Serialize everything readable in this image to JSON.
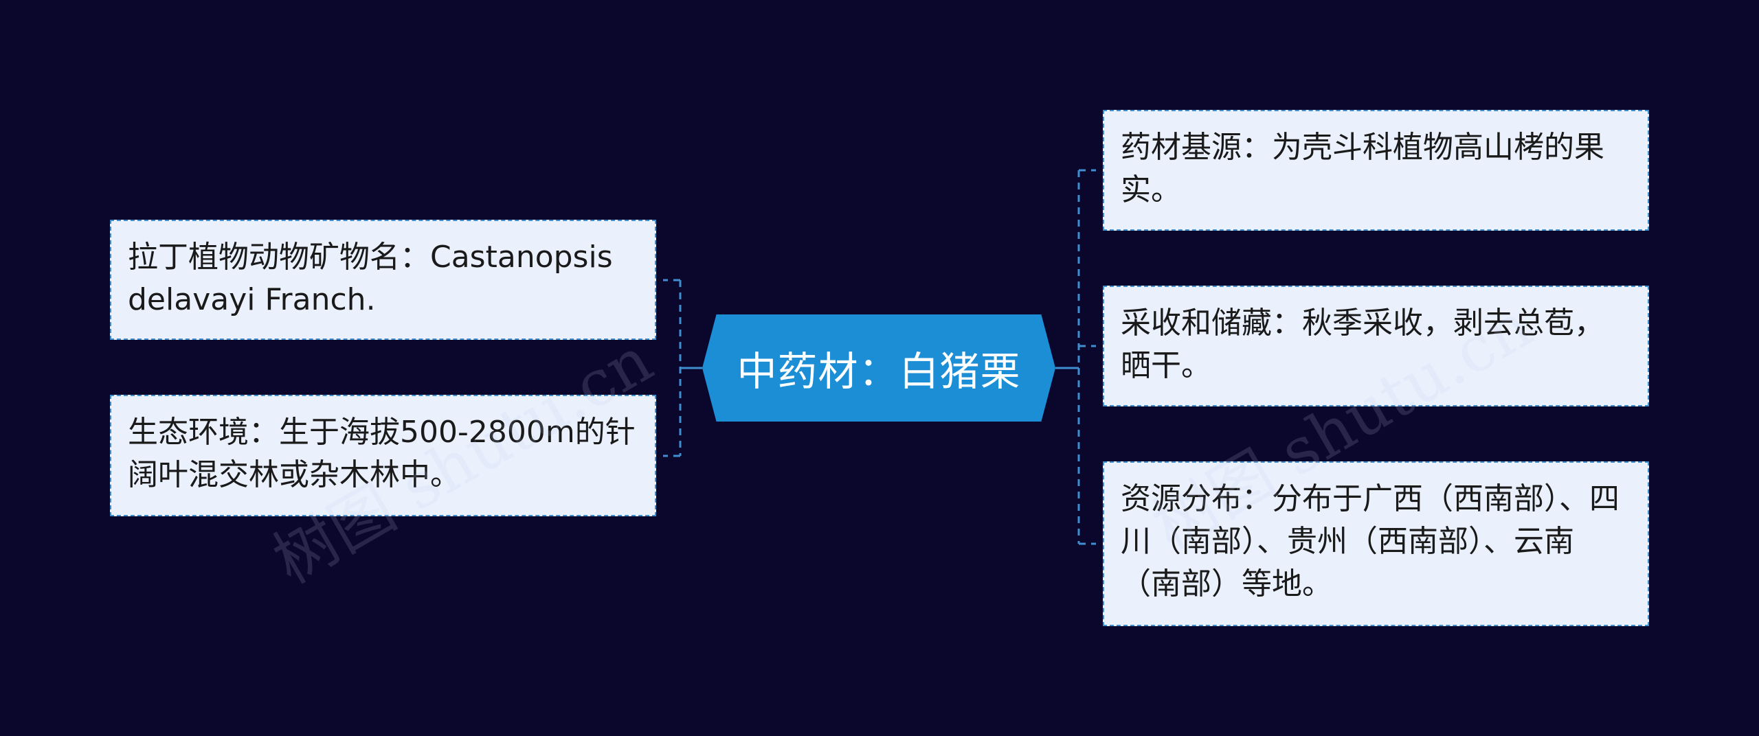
{
  "center": {
    "title": "中药材：白猪栗"
  },
  "left_nodes": [
    {
      "text": "拉丁植物动物矿物名：Castanopsis delavayi Franch."
    },
    {
      "text": "生态环境：生于海拔500-2800m的针阔叶混交林或杂木林中。"
    }
  ],
  "right_nodes": [
    {
      "text": "药材基源：为壳斗科植物高山栲的果实。"
    },
    {
      "text": "采收和储藏：秋季采收，剥去总苞，晒干。"
    },
    {
      "text": "资源分布：分布于广西（西南部）、四川（南部）、贵州（西南部）、云南（南部）等地。"
    }
  ],
  "watermark": {
    "text": "树图 shutu.cn"
  },
  "colors": {
    "background": "#0b062c",
    "center_fill": "#1b8ed6",
    "node_fill": "#eaf1fd",
    "node_border": "#3f8fd0",
    "connector": "#3f8fd0"
  }
}
